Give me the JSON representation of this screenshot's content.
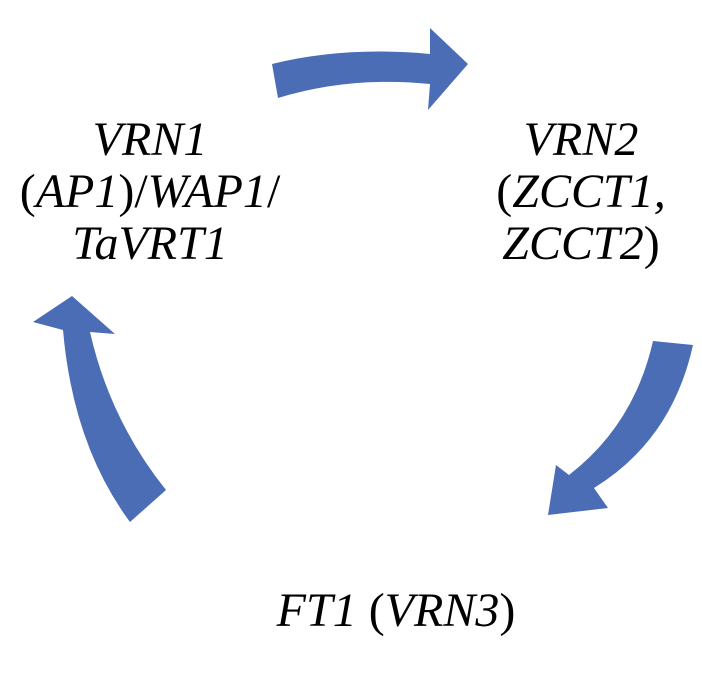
{
  "diagram": {
    "nodes": {
      "vrn1": {
        "line1": {
          "gene": "VRN1"
        },
        "line2": {
          "open": "(",
          "gene1": "AP1",
          "close": ")",
          "sep1": "/",
          "gene2": "WAP1",
          "sep2": "/"
        },
        "line3": {
          "gene": "TaVRT1"
        }
      },
      "vrn2": {
        "line1": {
          "gene": "VRN2"
        },
        "line2": {
          "open": "(",
          "gene": "ZCCT1,"
        },
        "line3": {
          "gene": "ZCCT2",
          "close": ")"
        }
      },
      "ft1": {
        "gene": "FT1",
        "space": " ",
        "open": "(",
        "alias": "VRN3",
        "close": ")"
      }
    },
    "arrows": [
      {
        "name": "arrow-vrn1-to-vrn2",
        "color": "#4a6db5"
      },
      {
        "name": "arrow-vrn2-to-ft1",
        "color": "#4a6db5"
      },
      {
        "name": "arrow-ft1-to-vrn1",
        "color": "#4a6db5"
      }
    ]
  }
}
